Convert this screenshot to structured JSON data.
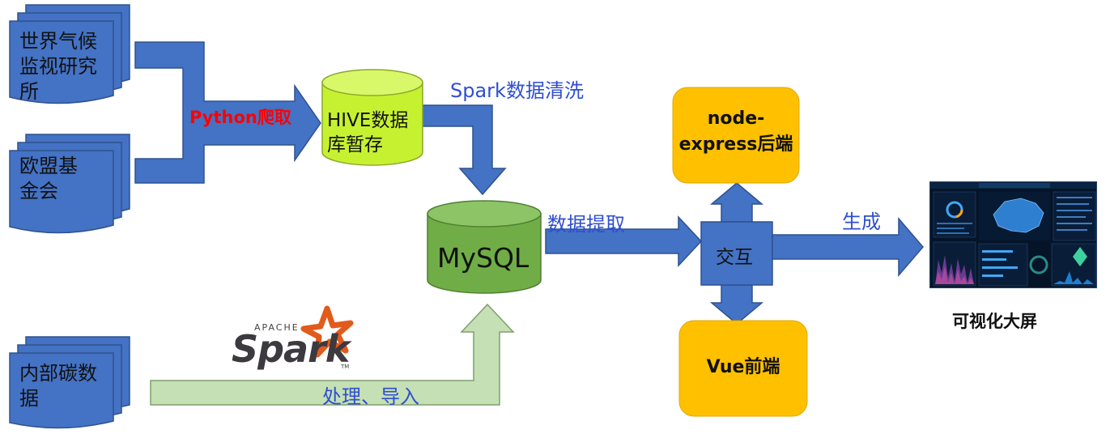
{
  "sources": {
    "climate_institute": [
      "世界气候",
      "监视研究",
      "所"
    ],
    "eu_fund": [
      "欧盟基",
      "金会"
    ],
    "internal_carbon": [
      "内部碳数",
      "据"
    ]
  },
  "steps": {
    "python_crawl": "Python爬取",
    "spark_clean": "Spark数据清洗",
    "extract": "数据提取",
    "process_import": "处理、导入",
    "generate": "生成"
  },
  "stores": {
    "hive": [
      "HIVE数据",
      "库暂存"
    ],
    "mysql": "MySQL"
  },
  "services": {
    "interact": "交互",
    "backend": [
      "node-",
      "express后端"
    ],
    "frontend": "Vue前端"
  },
  "spark_logo": {
    "apache": "APACHE",
    "name": "Spark",
    "tm": "TM"
  },
  "output": {
    "label": "可视化大屏"
  },
  "colors": {
    "arrow_blue": "#4472c4",
    "arrow_border": "#2f528f",
    "doc_blue": "#4472c4",
    "hive_green": "#c6f131",
    "mysql_green": "#70ad47",
    "service_orange": "#ffc000",
    "import_arrow": "#c5e0b4",
    "crawl_red": "#ff0000",
    "step_blue": "#2f4fd0",
    "spark_orange": "#e25a1c"
  }
}
